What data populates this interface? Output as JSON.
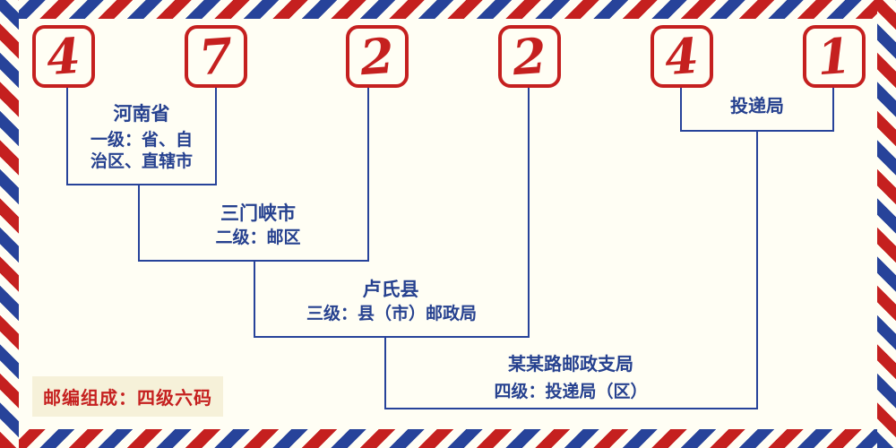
{
  "postal_code": {
    "digits": [
      "4",
      "7",
      "2",
      "2",
      "4",
      "1"
    ],
    "full": "472241"
  },
  "labels": {
    "level1_name": "河南省",
    "level1_desc_line1": "一级：省、自",
    "level1_desc_line2": "治区、直辖市",
    "level2_name": "三门峡市",
    "level2_desc": "二级：邮区",
    "level3_name": "卢氏县",
    "level3_desc": "三级：县（市）邮政局",
    "level4_name": "某某路邮政支局",
    "level4_desc": "四级：投递局（区）",
    "delivery_office": "投递局",
    "composition": "邮编组成：四级六码"
  },
  "colors": {
    "red": "#c5201f",
    "blue": "#26418f",
    "stripe_blue": "#27439a",
    "background": "#fffef4",
    "composition_bg": "#f6f1d9"
  }
}
